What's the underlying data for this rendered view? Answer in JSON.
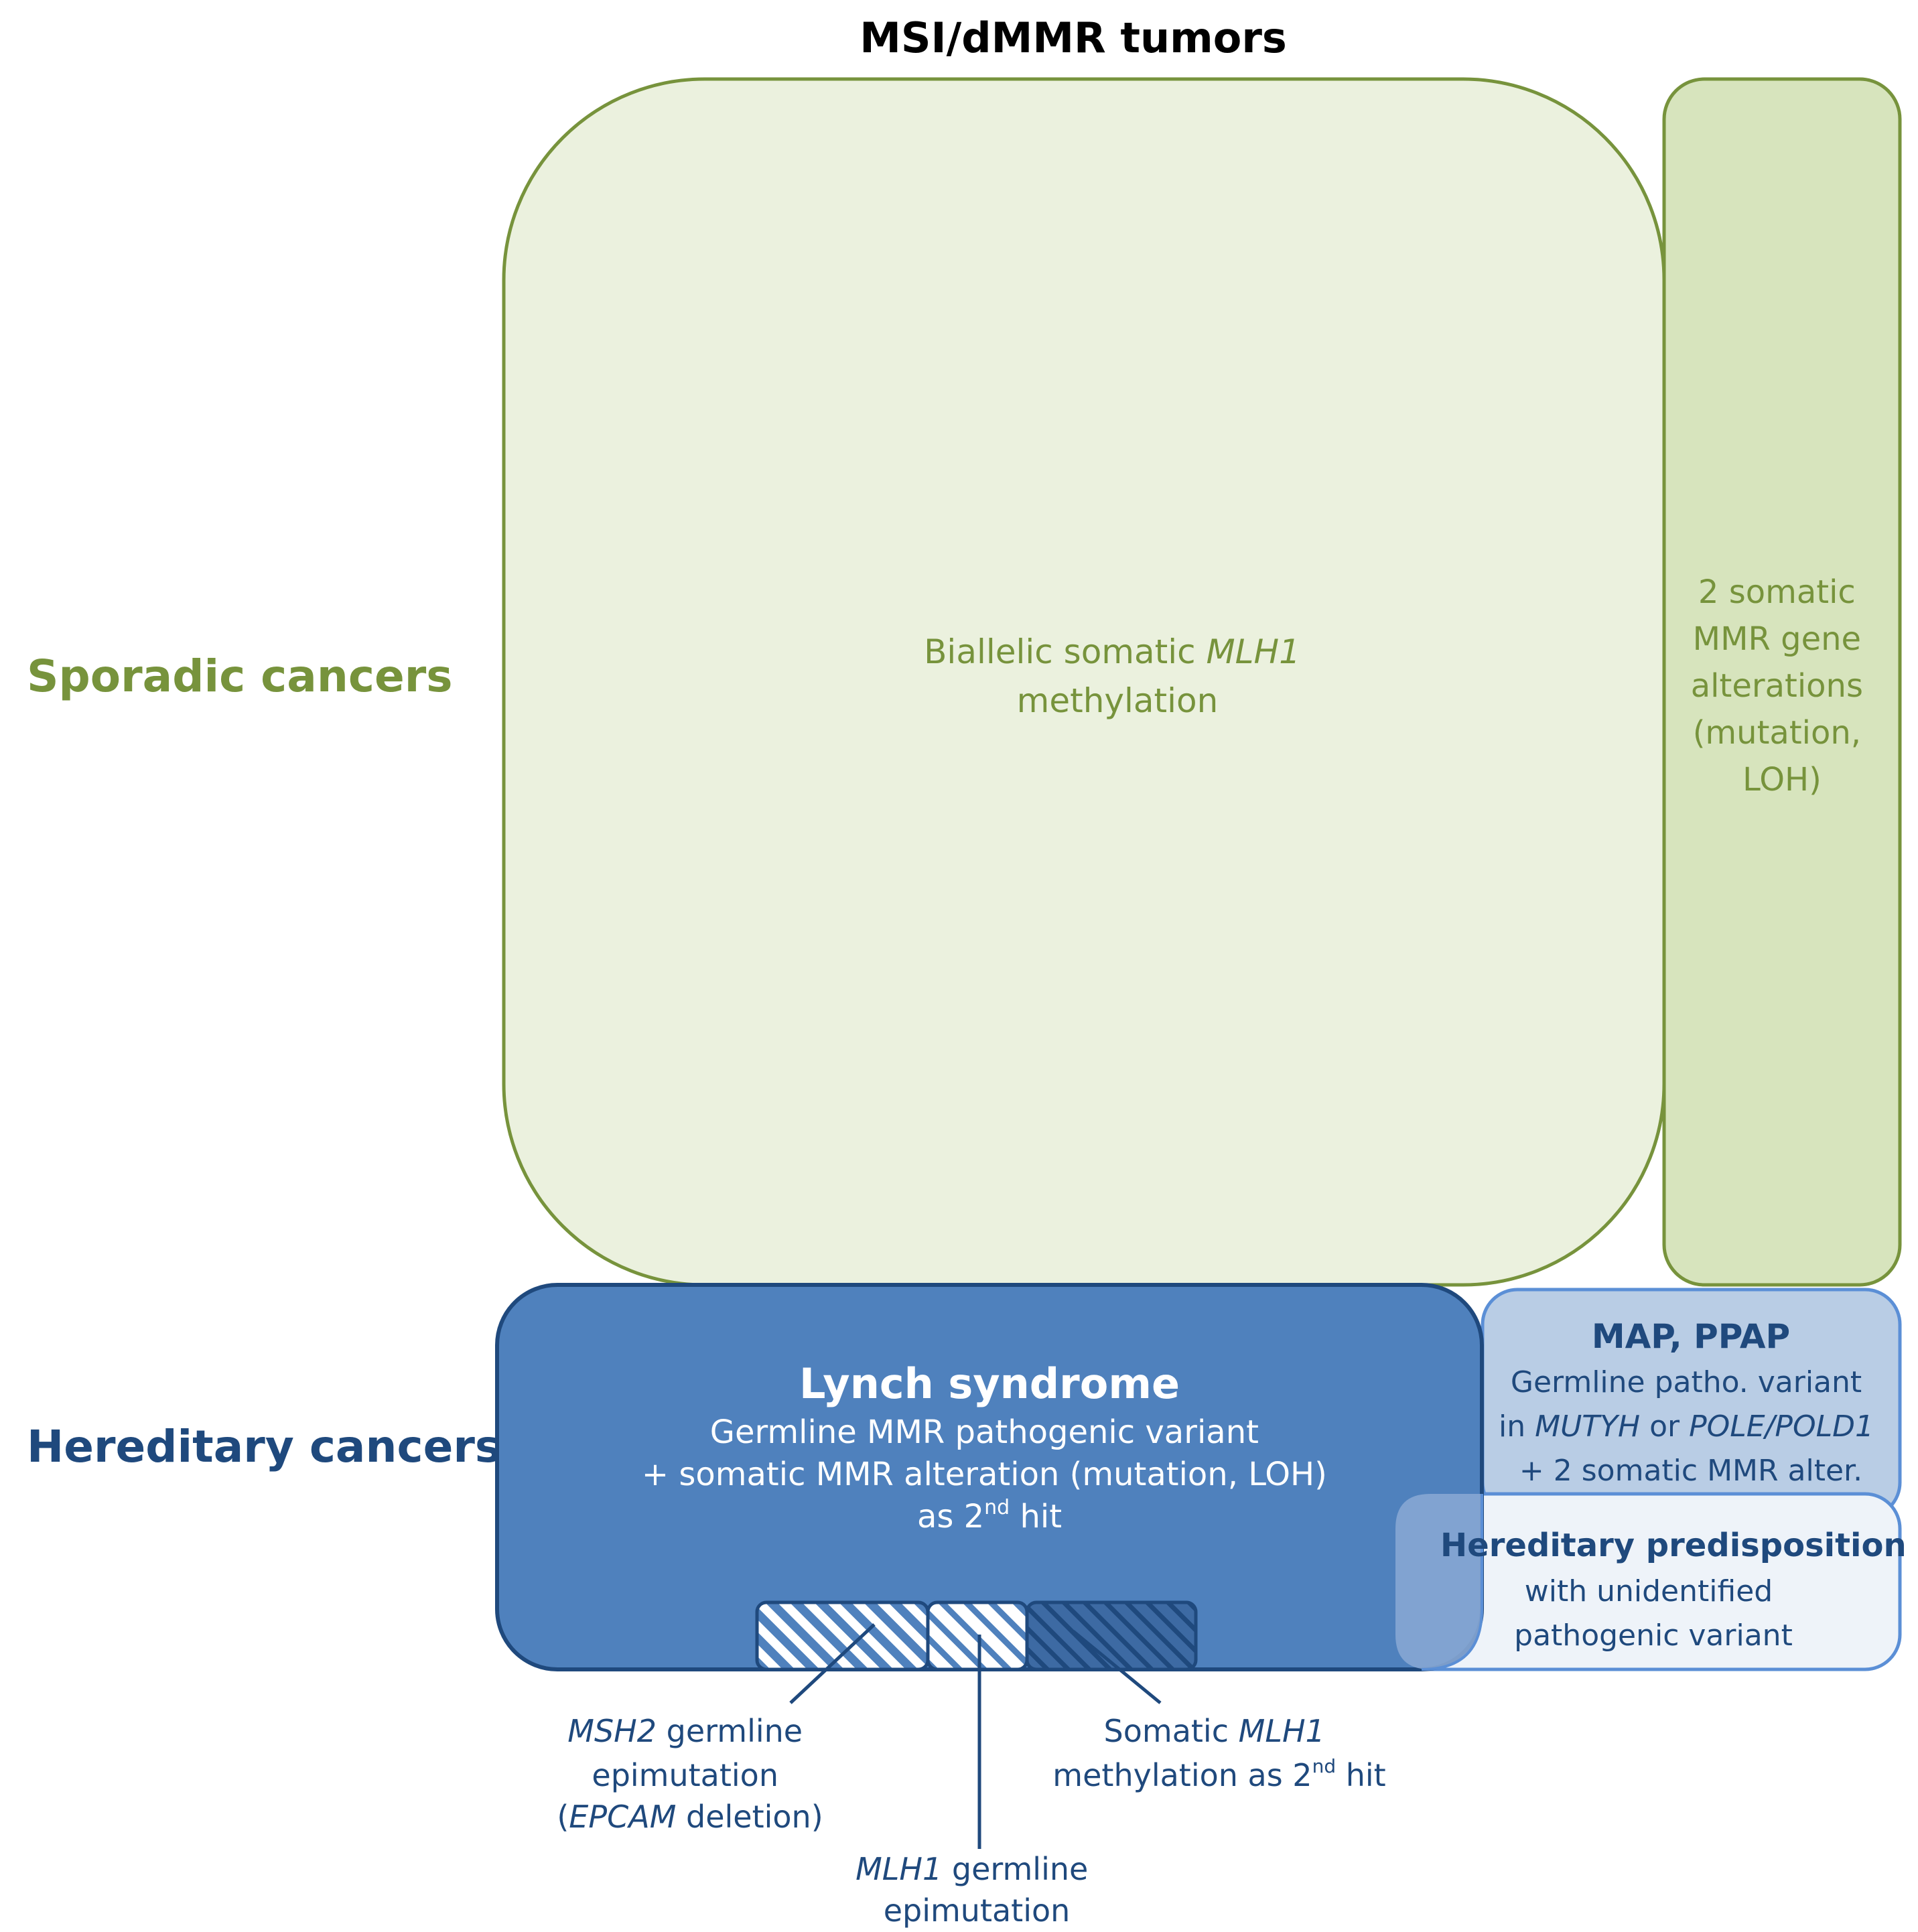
{
  "title": "MSI/dMMR tumors",
  "row_labels": {
    "sporadic": "Sporadic cancers",
    "hereditary": "Hereditary cancers"
  },
  "boxes": {
    "mlh1_methylation": {
      "line1_prefix": "Biallelic somatic ",
      "line1_italic": "MLH1",
      "line2": "methylation"
    },
    "somatic_mmr": {
      "lines": [
        "2 somatic",
        "MMR gene",
        "alterations",
        "(mutation,",
        "LOH)"
      ]
    },
    "lynch": {
      "title": "Lynch syndrome",
      "line1": "Germline MMR pathogenic variant",
      "line2": "+ somatic MMR alteration (mutation, LOH)",
      "line3_prefix": "as 2",
      "line3_sup": "nd",
      "line3_suffix": " hit"
    },
    "map_ppap": {
      "title": "MAP, PPAP",
      "line1": "Germline patho. variant",
      "line2_prefix": "in ",
      "line2_italic1": "MUTYH",
      "line2_mid": " or ",
      "line2_italic2": "POLE/POLD1",
      "line3": "+ 2 somatic MMR alter."
    },
    "hereditary_predisposition": {
      "title": "Hereditary predisposition",
      "line1": "with unidentified",
      "line2": "pathogenic variant"
    }
  },
  "annotations": {
    "msh2": {
      "line1_italic": "MSH2",
      "line1_suffix": " germline",
      "line2": "epimutation",
      "line3_prefix": "(",
      "line3_italic": "EPCAM",
      "line3_suffix": " deletion)"
    },
    "mlh1_germline": {
      "line1_italic": "MLH1",
      "line1_suffix": " germline",
      "line2": "epimutation"
    },
    "somatic_mlh1": {
      "line1_prefix": "Somatic ",
      "line1_italic": "MLH1",
      "line2_prefix": "methylation as 2",
      "line2_sup": "nd",
      "line2_suffix": " hit"
    }
  },
  "colors": {
    "green_dark": "#77933c",
    "green_fill_light": "#ebf1de",
    "green_fill_mid": "#d7e4bd",
    "blue_dark": "#1f497d",
    "blue_main": "#4f81bd",
    "blue_light": "#b9cde5",
    "blue_pale": "#eef3f9"
  }
}
